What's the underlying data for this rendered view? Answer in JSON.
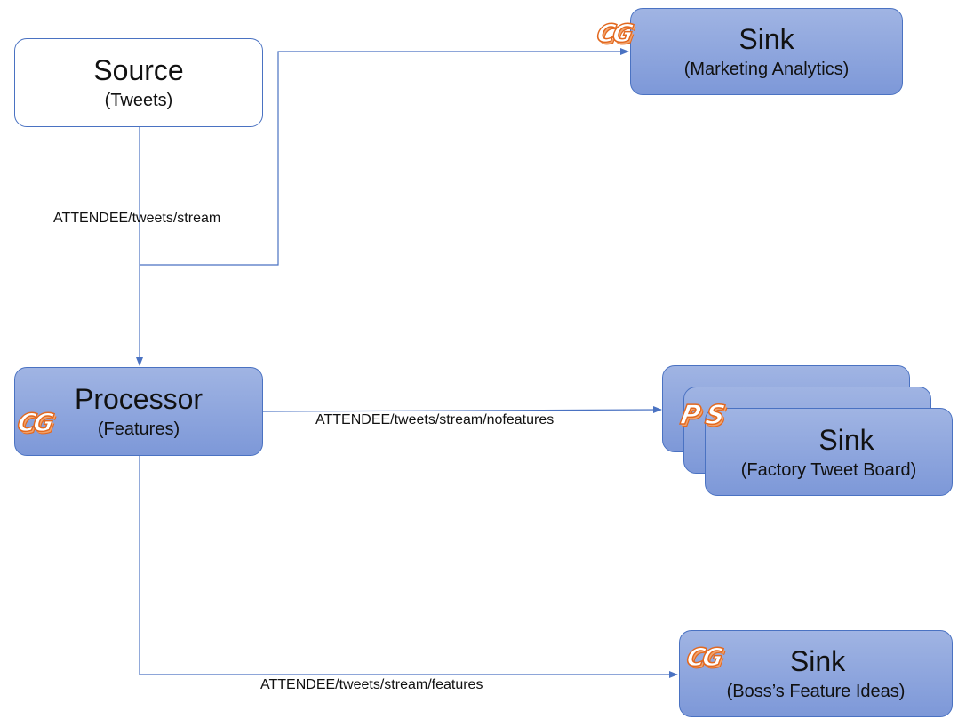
{
  "nodes": {
    "source": {
      "title": "Source",
      "subtitle": "(Tweets)"
    },
    "processor": {
      "title": "Processor",
      "subtitle": "(Features)",
      "badge": "CG"
    },
    "sink_marketing": {
      "title": "Sink",
      "subtitle": "(Marketing Analytics)",
      "badge": "CG"
    },
    "sink_factory": {
      "title": "Sink",
      "subtitle": "(Factory Tweet Board)",
      "badge": "PS"
    },
    "sink_boss": {
      "title": "Sink",
      "subtitle": "(Boss’s Feature Ideas)",
      "badge": "CG"
    }
  },
  "edges": {
    "tweets_stream": {
      "label": "ATTENDEE/tweets/stream"
    },
    "nofeatures": {
      "label": "ATTENDEE/tweets/stream/nofeatures"
    },
    "features": {
      "label": "ATTENDEE/tweets/stream/features"
    }
  },
  "colors": {
    "node_fill": "#8ea5dd",
    "node_border": "#4a72c2",
    "line": "#4a72c2",
    "badge": "#e2681f"
  }
}
